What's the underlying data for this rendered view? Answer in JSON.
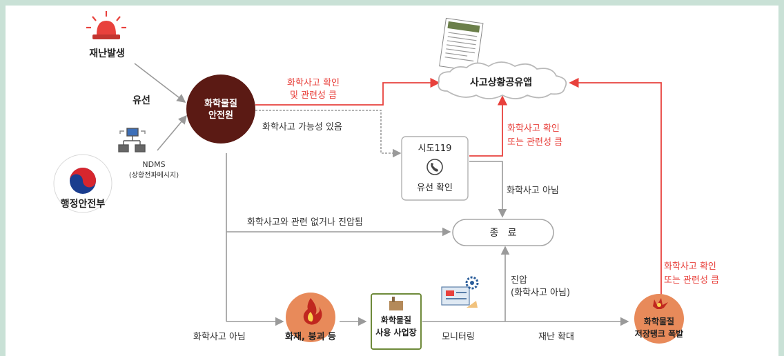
{
  "nodes": {
    "disaster": "재난발생",
    "mois": "행정안전부",
    "ncis_line1": "화학물질",
    "ncis_line2": "안전원",
    "app": "사고상황공유앱",
    "sido_title": "시도119",
    "sido_sub": "유선 확인",
    "end": "종   료",
    "fire": "화재, 붕괴 등",
    "site_line1": "화학물질",
    "site_line2": "사용 사업장",
    "tank_line1": "화학물질",
    "tank_line2": "저장탱크 폭발"
  },
  "edge_labels": {
    "wired": "유선",
    "ndms_line1": "NDMS",
    "ndms_line2": "(상황전파메시지)",
    "confirm_line1": "화학사고 확인",
    "confirm_line2": "및 관련성 큼",
    "possible": "화학사고 가능성 있음",
    "confirm_or_line1": "화학사고 확인",
    "confirm_or_line2": "또는 관련성 큼",
    "not_accident": "화학사고 아님",
    "unrelated": "화학사고와 관련 없거나 진압됨",
    "suppressed_line1": "진압",
    "suppressed_line2": "(화학사고 아님)",
    "not_accident_bottom": "화학사고 아님",
    "monitoring": "모니터링",
    "spread": "재난 확대",
    "confirm_right_line1": "화학사고 확인",
    "confirm_right_line2": "또는 관련성 큼"
  },
  "colors": {
    "red_arrow": "#e8413c",
    "gray_arrow": "#9a9a9a",
    "ncis_fill": "#5b1a14",
    "fire_fill": "#e88a5a",
    "site_border": "#6e8a3a",
    "frame": "#c9e1d6"
  }
}
